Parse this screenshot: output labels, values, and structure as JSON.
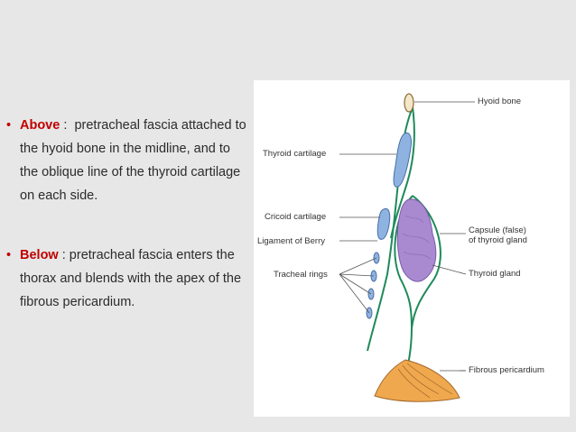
{
  "bullets": [
    {
      "keyword": "Above",
      "sep": " :  ",
      "text": "pretracheal fascia attached to the hyoid bone in the midline, and to the oblique line of the thyroid cartilage on each side."
    },
    {
      "keyword": "Below",
      "sep": " : ",
      "text": "pretracheal fascia enters the thorax and blends with the apex of the fibrous pericardium."
    }
  ],
  "diagram": {
    "labels": {
      "hyoid_bone": "Hyoid bone",
      "thyroid_cartilage": "Thyroid cartilage",
      "cricoid_cartilage": "Cricoid cartilage",
      "ligament_of_berry": "Ligament of Berry",
      "tracheal_rings": "Tracheal rings",
      "capsule_line1": "Capsule (false)",
      "capsule_line2": "of thyroid gland",
      "thyroid_gland": "Thyroid gland",
      "fibrous_pericardium": "Fibrous pericardium"
    },
    "colors": {
      "fascia": "#1e8a5a",
      "cartilage": "#8fb3e0",
      "gland": "#a98ad0",
      "pericardium": "#f0a84e",
      "hyoid": "#f3e7c8"
    }
  }
}
